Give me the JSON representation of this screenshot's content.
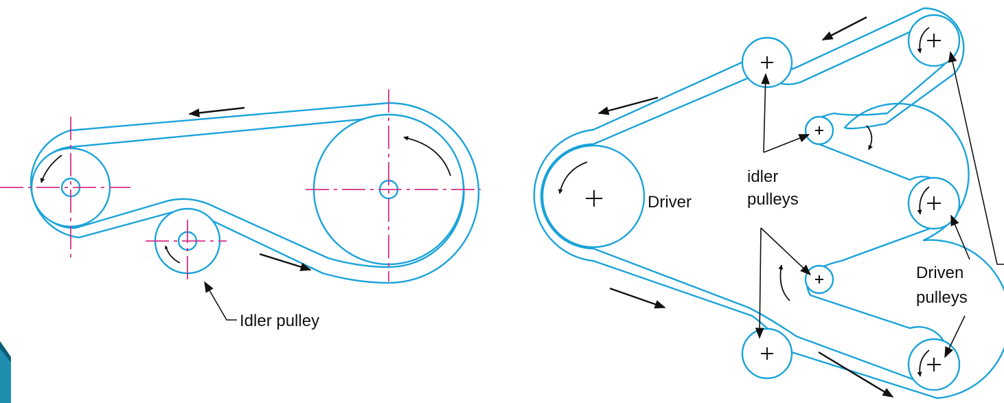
{
  "labels": {
    "idler_single": "Idler pulley",
    "driver": "Driver",
    "idler_multi_line1": "idler",
    "idler_multi_line2": "pulleys",
    "driven_line1": "Driven",
    "driven_line2": "pulleys"
  },
  "colors": {
    "belt": "#1aa3d9",
    "centerline": "#d62f8a",
    "arrow": "#111111",
    "slide_accent": "#1f8fb0"
  }
}
